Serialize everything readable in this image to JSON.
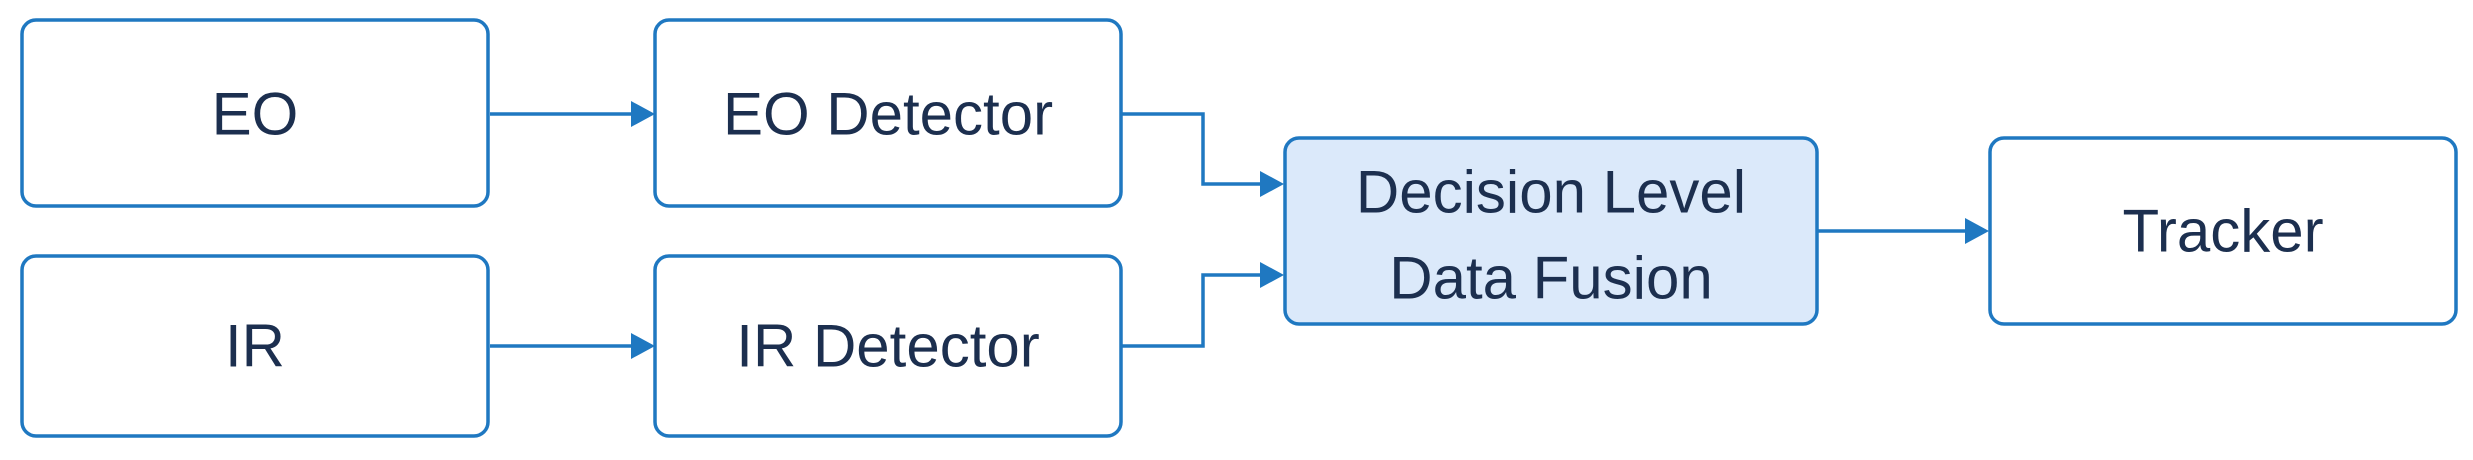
{
  "colors": {
    "stroke": "#1f78c1",
    "text": "#1c2f4f",
    "fusion_fill": "#dbe9fa",
    "box_fill": "#ffffff"
  },
  "nodes": {
    "eo": {
      "label": "EO"
    },
    "ir": {
      "label": "IR"
    },
    "eo_detector": {
      "label": "EO Detector"
    },
    "ir_detector": {
      "label": "IR Detector"
    },
    "fusion": {
      "line1": "Decision Level",
      "line2": "Data Fusion"
    },
    "tracker": {
      "label": "Tracker"
    }
  },
  "edges": [
    {
      "from": "EO",
      "to": "EO Detector"
    },
    {
      "from": "IR",
      "to": "IR Detector"
    },
    {
      "from": "EO Detector",
      "to": "Decision Level Data Fusion"
    },
    {
      "from": "IR Detector",
      "to": "Decision Level Data Fusion"
    },
    {
      "from": "Decision Level Data Fusion",
      "to": "Tracker"
    }
  ]
}
